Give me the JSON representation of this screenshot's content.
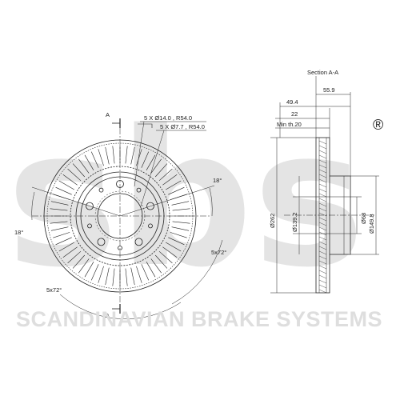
{
  "watermark": {
    "logo": "sbs",
    "registered": "®",
    "tagline": "SCANDINAVIAN BRAKE SYSTEMS"
  },
  "front_view": {
    "section_marker": "A",
    "bolt_holes": "5 X Ø14.0 , R54.0",
    "small_holes": "5 X Ø7.7 , R54.0",
    "angle_right": "18°",
    "angle_left": "18°",
    "pattern_right": "5x72°",
    "pattern_left": "5x72°"
  },
  "section_view": {
    "title": "Section A-A",
    "dim_total_width": "55.9",
    "dim_hat_height": "49.4",
    "dim_thickness": "22",
    "min_thickness": "Min th.20",
    "dia_outer": "Ø262",
    "dia_pilot": "Ø139.2",
    "dia_center_bore": "Ø68",
    "dia_hub": "Ø149.8"
  },
  "colors": {
    "line": "#222222",
    "watermark": "#e0e0e0"
  }
}
